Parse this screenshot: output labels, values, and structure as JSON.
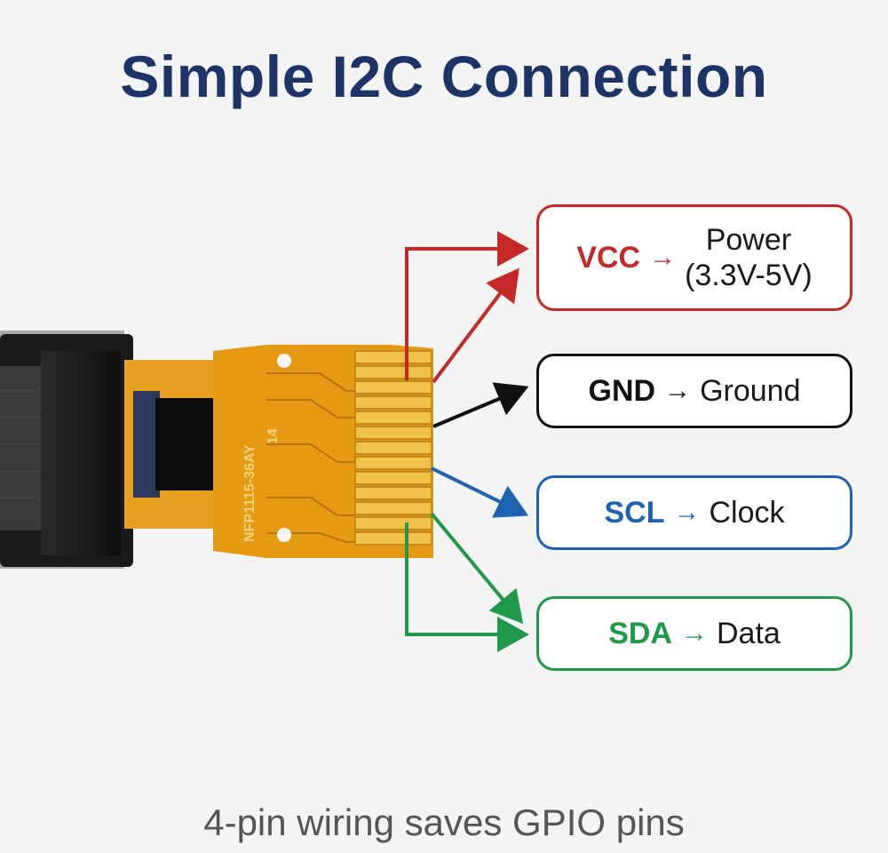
{
  "title": "Simple I2C Connection",
  "footer": "4-pin wiring saves GPIO pins",
  "pcb_marking": {
    "line1": "NFP1115-36AY",
    "line2": "14"
  },
  "colors": {
    "title": "#1c3468",
    "vcc": "#c62828",
    "gnd": "#111111",
    "scl": "#1e63b0",
    "sda": "#1f9a4a",
    "flex_cable": "#e8a020"
  },
  "pins": [
    {
      "id": "vcc",
      "name": "VCC",
      "arrow": "→",
      "desc": "Power",
      "desc_sub": "(3.3V-5V)"
    },
    {
      "id": "gnd",
      "name": "GND",
      "arrow": "→",
      "desc": "Ground"
    },
    {
      "id": "scl",
      "name": "SCL",
      "arrow": "→",
      "desc": "Clock"
    },
    {
      "id": "sda",
      "name": "SDA",
      "arrow": "→",
      "desc": "Data"
    }
  ]
}
